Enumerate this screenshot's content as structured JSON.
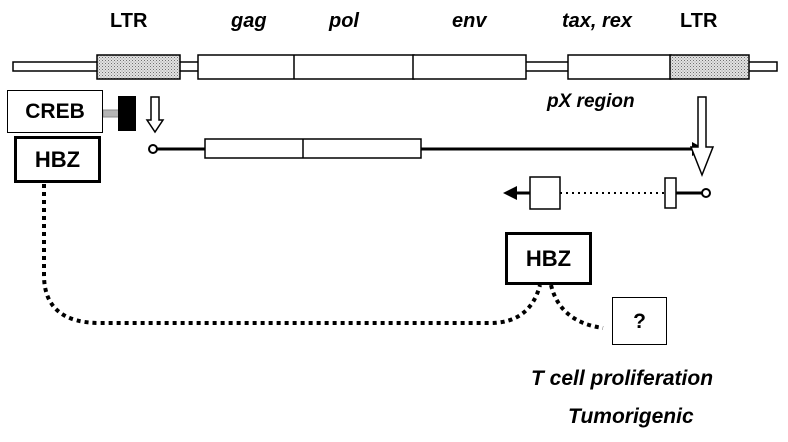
{
  "genome": {
    "ltr_left": "LTR",
    "gag": "gag",
    "pol": "pol",
    "env": "env",
    "tax_rex": "tax, rex",
    "ltr_right": "LTR",
    "px_region": "pX region"
  },
  "proteins": {
    "creb": "CREB",
    "hbz_bound": "HBZ",
    "hbz_product": "HBZ",
    "unknown": "?"
  },
  "outcomes": {
    "line1": "T cell proliferation",
    "line2": "Tumorigenic"
  },
  "colors": {
    "stroke": "#000000",
    "ltr_fill": "#d4d4d4",
    "background": "#ffffff"
  }
}
